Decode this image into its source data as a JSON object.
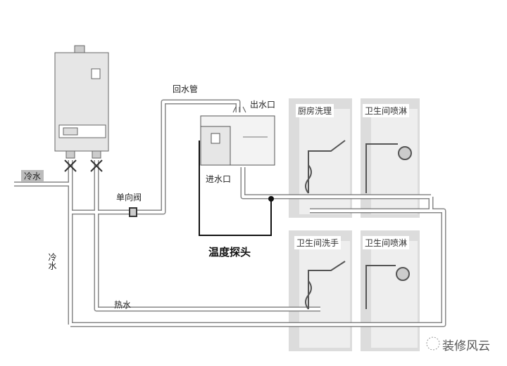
{
  "labels": {
    "cold_water_in": "冷水",
    "check_valve": "单向阀",
    "return_pipe": "回水管",
    "outlet": "出水口",
    "inlet": "进水口",
    "temp_probe": "温度探头",
    "cold_water_vertical": "冷水",
    "hot_water": "热水"
  },
  "fixtures": [
    {
      "label": "厨房洗理"
    },
    {
      "label": "卫生间喷淋"
    },
    {
      "label": "卫生间洗手"
    },
    {
      "label": "卫生间喷淋"
    }
  ],
  "watermark": "装修风云",
  "colors": {
    "pipe": "#888888",
    "panel": "#d9d9d9",
    "probe": "#111111"
  }
}
